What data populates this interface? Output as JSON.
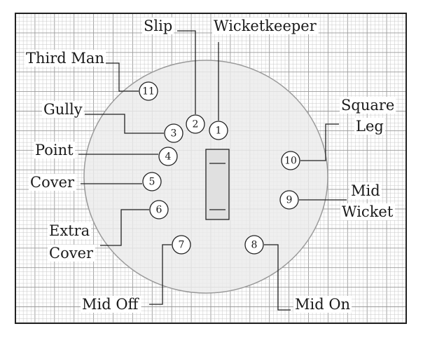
{
  "fielders": [
    {
      "number": "1",
      "name": [
        "Wicketkeeper"
      ]
    },
    {
      "number": "2",
      "name": [
        "Slip"
      ]
    },
    {
      "number": "3",
      "name": [
        "Gully"
      ]
    },
    {
      "number": "4",
      "name": [
        "Point"
      ]
    },
    {
      "number": "5",
      "name": [
        "Cover"
      ]
    },
    {
      "number": "6",
      "name": [
        "Extra",
        "Cover"
      ]
    },
    {
      "number": "7",
      "name": [
        "Mid Off"
      ]
    },
    {
      "number": "8",
      "name": [
        "Mid On"
      ]
    },
    {
      "number": "9",
      "name": [
        "Mid",
        "Wicket"
      ]
    },
    {
      "number": "10",
      "name": [
        "Square",
        "Leg"
      ]
    },
    {
      "number": "11",
      "name": [
        "Third Man"
      ]
    }
  ],
  "colors": {
    "background": "#ffffff",
    "grid_minor": "#c8c8c8",
    "grid_major": "#9a9a9a",
    "field_fill": "#ececec",
    "field_stroke": "#9a9a9a",
    "pitch_fill": "#e0e0e0",
    "frame": "#222222"
  }
}
